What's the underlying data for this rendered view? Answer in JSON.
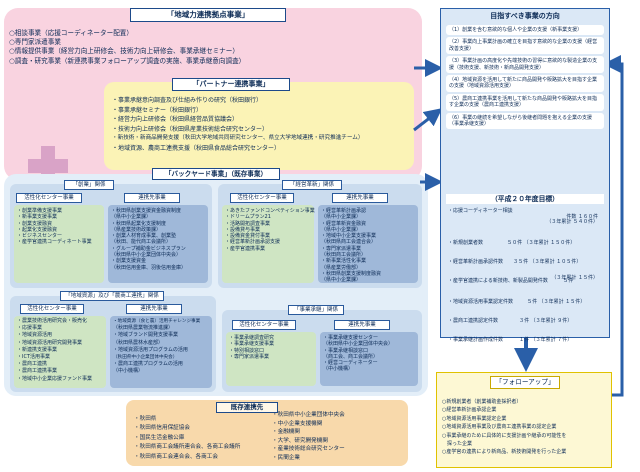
{
  "regional": {
    "title": "「地域力連携拠点事業」",
    "items": [
      "○相談事業（応援コーディネーター配置）",
      "○専門家派遣事業",
      "○情報提供事業（経営力向上研修会、技術力向上研修会、事業承継セミナー）",
      "○調査・研究事業（新連携事業フォローアップ調査の実施、事業承継意向調査）"
    ]
  },
  "partner": {
    "title": "「パートナー連携事業」",
    "items": [
      "・事業承継意向調査及び仕組み作りの研究（秋田銀行）",
      "・事業承継セミナー（秋田銀行）",
      "・経営力向上研修会（秋田県経営品質協議会）",
      "・技術力向上研修会（秋田県産業技術総合研究センター）",
      "・新技術・新商品開発支援（秋田大学地域共同研究センター、県立大学地域連携・研究推進チーム）",
      "・地域資源、農商工連携支援（秋田県食品総合研究センター）"
    ]
  },
  "backyard": {
    "title": "「バックヤード事業」（既存事業）",
    "sogyo": {
      "title": "「創業」関係",
      "left_header": "活性化センター事業",
      "left_items": [
        "・創業準備支援事業",
        "・新事業支援事業",
        "・創業支援融資",
        "・起業化支援融資",
        "・ビジネスセンター",
        "・産学官連携コーディネート事業"
      ],
      "right_header": "連携先事業",
      "right_items": [
        "・秋田県創業支援資金融資制度",
        "（県中小企業課）",
        "・秋田県起業化支援制度",
        "（県産業技術政策課）",
        "・創業人材育成事業、創業塾",
        "（秋田、能代商工会議所）",
        "・グループ補助金ビジネスプラン",
        "（秋田県中小企業団体中央会）",
        "・創業支援資金",
        "（秋田信用金庫、羽後信用金庫）"
      ]
    },
    "keiei": {
      "title": "「経営革新」関係",
      "left_header": "活性化センター事業",
      "left_items": [
        "・あきたファンドコンペティション事業",
        "・ドリームプラン21",
        "・活路開拓調査事業",
        "・設備貸与事業",
        "・設備資金貸付事業",
        "・経営革新計画承認支援",
        "・産学官連携事業"
      ],
      "right_header": "連携先事業",
      "right_items": [
        "・経営革新計画承認",
        "（県中小企業課）",
        "・経営革新資金融資",
        "（県中小企業課）",
        "・地域中小企業支援事業",
        "（秋田県商工会連合会）",
        "・専門家派遣事業",
        "（秋田商工会議所）",
        "・新事業活性化事業",
        "（県産業労働部）",
        "・秋田県創業支援制度融資",
        "（県中小企業課）"
      ]
    },
    "chiiki": {
      "title": "「地域資源」及び「農商工連携」関係",
      "left_header": "活性化センター事業",
      "left_items": [
        "・農業技術活用研究会・販売化",
        "・応援事業",
        "・地域資源活用",
        "・地域資源活用研究開発事業",
        "・新連携支援事業",
        "・ICT活用事業",
        "・農商工連携",
        "・農商工連携事業",
        "・地域中小企業応援ファンド事業"
      ],
      "right_header": "連携先事業",
      "right_items": [
        "・地域資源（食と農）活用チャレンジ事業",
        "（秋田県農業物流推進課）",
        "・地域ブランド開発支援事業",
        "（秋田県農林水産部）",
        "・地域資源活用プログラムの活用",
        "（秋田県中小企業団体中央会）",
        "・農商工連携プログラムの活用",
        "（中小機構）"
      ]
    },
    "jigyo": {
      "title": "「事業承継」関係",
      "left_header": "活性化センター事業",
      "left_items": [
        "・事業承継調査研究",
        "・事業承継支援事業",
        "・特別相談窓口",
        "・専門家派遣事業"
      ],
      "right_header": "連携先事業",
      "right_items": [
        "・事業承継支援センター",
        "（秋田県中小企業団体中央会）",
        "・事業承継相談窓口",
        "（商工会、商工会議所）",
        "・経営コーディネーター",
        "（中小機構）"
      ]
    }
  },
  "existing": {
    "title": "既存連携先",
    "left": [
      "・秋田県",
      "・秋田県信用保証協会",
      "・国民生活金融公庫",
      "・秋田県商工会議所連合会、各商工会議所",
      "・秋田県商工会連合会、各商工会"
    ],
    "right": [
      "・秋田県中小企業団体中央会",
      "・中小企業支援機関",
      "・金融機関",
      "・大学、研究開発機関",
      "・産業技術総合研究センター",
      "・民間企業"
    ]
  },
  "direction": {
    "title": "目指すべき事業の方向",
    "items": [
      "（1）創業を含む意欲的な個人や企業の支援（新事業支援）",
      "（2）事業向上事業計画の確立を目指す意欲的な企業の支援（経営改善支援）",
      "（3）事業計画の高度化や先端技術の習得に意欲的な製造企業の支援（技術支援、新技術・新商品開発支援）",
      "（4）地域資源を活用して新たに商品開発や販路拡大を目指す企業の支援（地域資源活用支援）",
      "（5）農商工連携事業を活用して新たな商品開発や販路拡大を目指す企業の支援（農商工連携支援）",
      "（6）事業の継続を希望しながら後継者問題を抱える企業の支援（事業承継支援）"
    ]
  },
  "targets": {
    "title": "（平成２０年度目標）",
    "items": [
      {
        "label": "・応援コーディネーター相談",
        "value": "件数 １６０件",
        "sub": "（３年累計 ５４０件）"
      },
      {
        "label": "・新規創業者数",
        "value": "５０件 （３年累計 １５０件）",
        "sub": ""
      },
      {
        "label": "・経営革新計画承認件数",
        "value": "３５件 （３年累計 １０５件）",
        "sub": ""
      },
      {
        "label": "・産学官連携による新技術、新製品開発件数",
        "value": "５件",
        "sub": "（３年累計 １５件）"
      },
      {
        "label": "・地域資源活用事業認定件数",
        "value": "５件 （３年累計 １５件）",
        "sub": ""
      },
      {
        "label": "・農商工連携認定件数",
        "value": "３件 （３年累計 ９件）",
        "sub": ""
      },
      {
        "label": "・事業承継計画作成件数",
        "value": "１件 （３年累計 ７件）",
        "sub": ""
      }
    ]
  },
  "followup": {
    "title": "「フォローアップ」",
    "items": [
      "○新規創業者（創業補助金採択者）",
      "○経営革新計画承認企業",
      "○地域資源活用事業認定企業",
      "○地域資源活用事業及び農商工連携事業の認定企業",
      "○事業承継のために具体的に支援計画や継承の可能性を",
      "　探った企業",
      "○産学官の連携により新商品、新技術開発を行った企業"
    ]
  }
}
